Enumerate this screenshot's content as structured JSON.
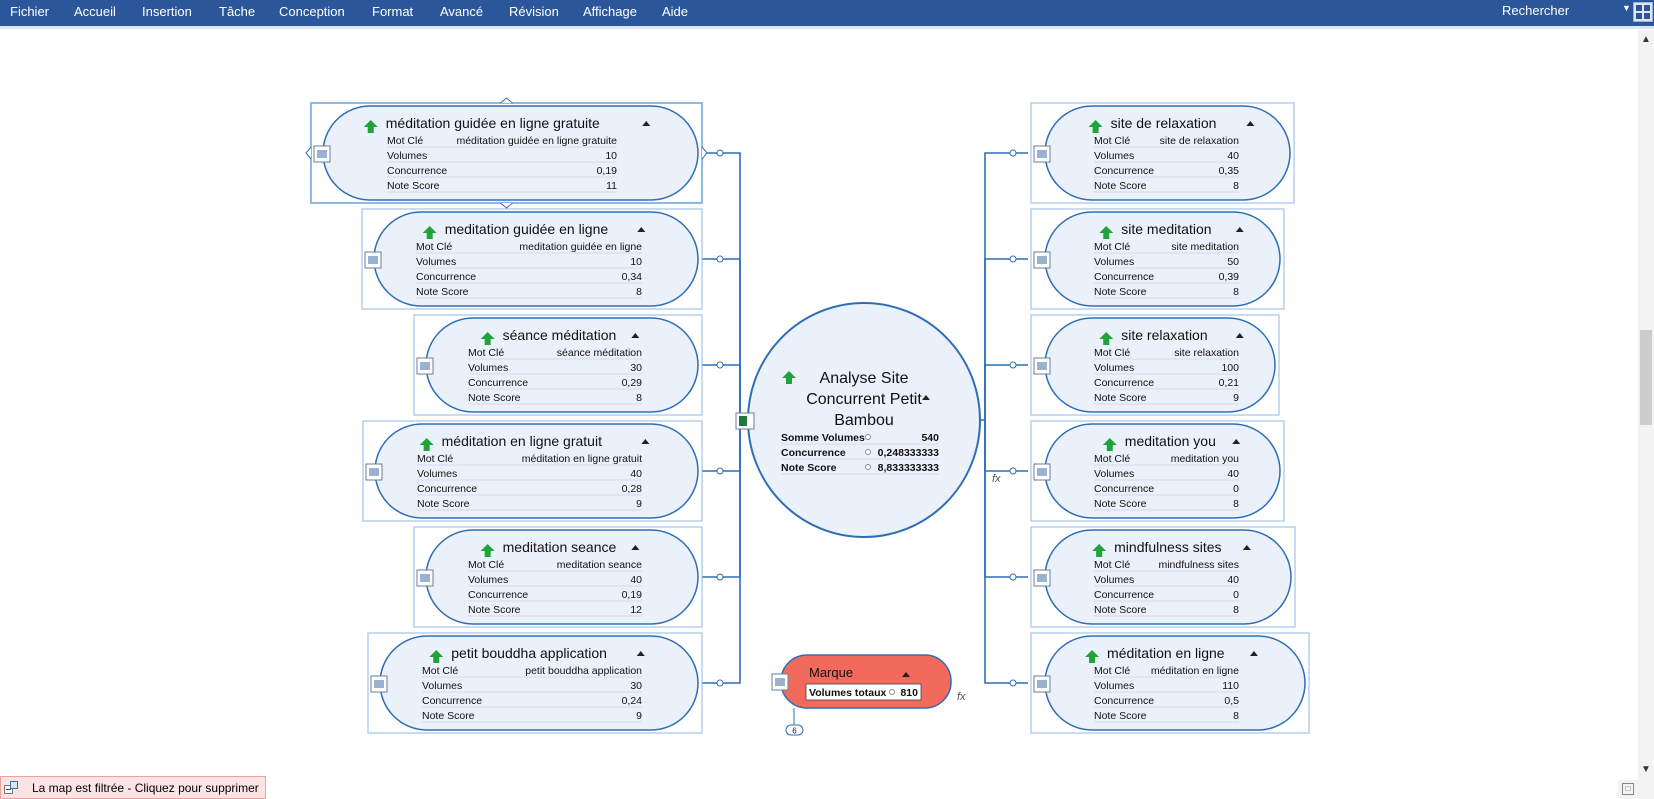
{
  "menu": {
    "items": [
      "Fichier",
      "Accueil",
      "Insertion",
      "Tâche",
      "Conception",
      "Format",
      "Avancé",
      "Révision",
      "Affichage",
      "Aide"
    ],
    "search_label": "Rechercher"
  },
  "central": {
    "title_lines": [
      "Analyse Site",
      "Concurrent Petit",
      "Bambou"
    ],
    "rows": [
      {
        "label": "Somme Volumes",
        "value": "540"
      },
      {
        "label": "Concurrence",
        "value": "0,248333333"
      },
      {
        "label": "Note Score",
        "value": "8,833333333"
      }
    ]
  },
  "marque": {
    "title": "Marque",
    "label": "Volumes totaux",
    "value": "810",
    "child_count": "6"
  },
  "row_labels": [
    "Mot Clé",
    "Volumes",
    "Concurrence",
    "Note Score"
  ],
  "left_topics": [
    {
      "title": "méditation guidée en ligne gratuite",
      "values": [
        "méditation guidée en ligne gratuite",
        "10",
        "0,19",
        "11"
      ]
    },
    {
      "title": "meditation guidée en ligne",
      "values": [
        "meditation guidée en ligne",
        "10",
        "0,34",
        "8"
      ]
    },
    {
      "title": "séance méditation",
      "values": [
        "séance méditation",
        "30",
        "0,29",
        "8"
      ]
    },
    {
      "title": "méditation en ligne gratuit",
      "values": [
        "méditation en ligne gratuit",
        "40",
        "0,28",
        "9"
      ]
    },
    {
      "title": "meditation seance",
      "values": [
        "meditation seance",
        "40",
        "0,19",
        "12"
      ]
    },
    {
      "title": "petit bouddha application",
      "values": [
        "petit bouddha application",
        "30",
        "0,24",
        "9"
      ]
    }
  ],
  "right_topics": [
    {
      "title": "site de relaxation",
      "values": [
        "site de relaxation",
        "40",
        "0,35",
        "8"
      ]
    },
    {
      "title": "site meditation",
      "values": [
        "site meditation",
        "50",
        "0,39",
        "8"
      ]
    },
    {
      "title": "site relaxation",
      "values": [
        "site relaxation",
        "100",
        "0,21",
        "9"
      ]
    },
    {
      "title": "meditation you",
      "values": [
        "meditation you",
        "40",
        "0",
        "8"
      ]
    },
    {
      "title": "mindfulness sites",
      "values": [
        "mindfulness sites",
        "40",
        "0",
        "8"
      ]
    },
    {
      "title": "méditation en ligne",
      "values": [
        "méditation en ligne",
        "110",
        "0,5",
        "8"
      ]
    }
  ],
  "fx_label": "fx",
  "filter_message": "La map est filtrée - Cliquez pour supprimer",
  "colors": {
    "menubar": "#2b579a",
    "topic_fill": "#eaf1fb",
    "topic_border": "#2f6eb5",
    "marque_fill": "#f26a5b",
    "arrow_green": "#21a33a"
  }
}
